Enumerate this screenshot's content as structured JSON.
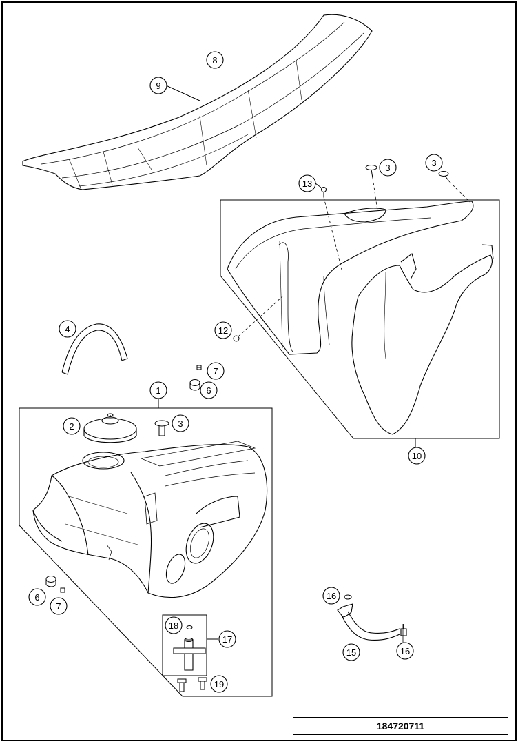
{
  "callouts": [
    {
      "id": "c8",
      "label": "8"
    },
    {
      "id": "c9",
      "label": "9"
    },
    {
      "id": "c13",
      "label": "13"
    },
    {
      "id": "c3a",
      "label": "3"
    },
    {
      "id": "c3b",
      "label": "3"
    },
    {
      "id": "c4",
      "label": "4"
    },
    {
      "id": "c12",
      "label": "12"
    },
    {
      "id": "c7a",
      "label": "7"
    },
    {
      "id": "c6a",
      "label": "6"
    },
    {
      "id": "c1",
      "label": "1"
    },
    {
      "id": "c2",
      "label": "2"
    },
    {
      "id": "c3c",
      "label": "3"
    },
    {
      "id": "c10",
      "label": "10"
    },
    {
      "id": "c6b",
      "label": "6"
    },
    {
      "id": "c7b",
      "label": "7"
    },
    {
      "id": "c16a",
      "label": "16"
    },
    {
      "id": "c18",
      "label": "18"
    },
    {
      "id": "c17",
      "label": "17"
    },
    {
      "id": "c15",
      "label": "15"
    },
    {
      "id": "c16b",
      "label": "16"
    },
    {
      "id": "c19",
      "label": "19"
    }
  ],
  "drawing_number": "184720711"
}
